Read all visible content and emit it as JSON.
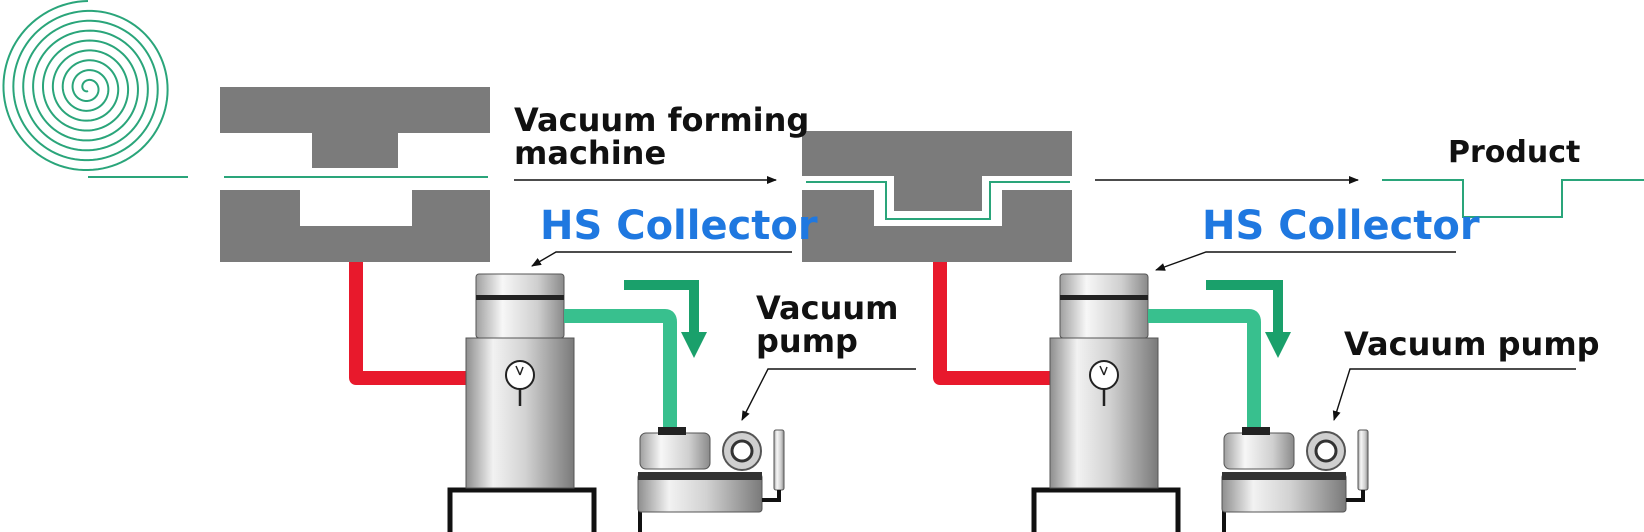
{
  "labels": {
    "vacuum_forming_line1": "Vacuum forming",
    "vacuum_forming_line2": "machine",
    "hs_collector_left": "HS Collector",
    "hs_collector_right": "HS Collector",
    "vacuum_pump_left_line1": "Vacuum",
    "vacuum_pump_left_line2": "pump",
    "vacuum_pump_right": "Vacuum pump",
    "product": "Product"
  },
  "colors": {
    "mold_gray": "#7b7b7b",
    "film_green": "#2aa57a",
    "pipe_red": "#e8192c",
    "pipe_green": "#38c08e",
    "arrow_green": "#1aa06b",
    "label_blue": "#1f78e0",
    "text_black": "#111111"
  }
}
